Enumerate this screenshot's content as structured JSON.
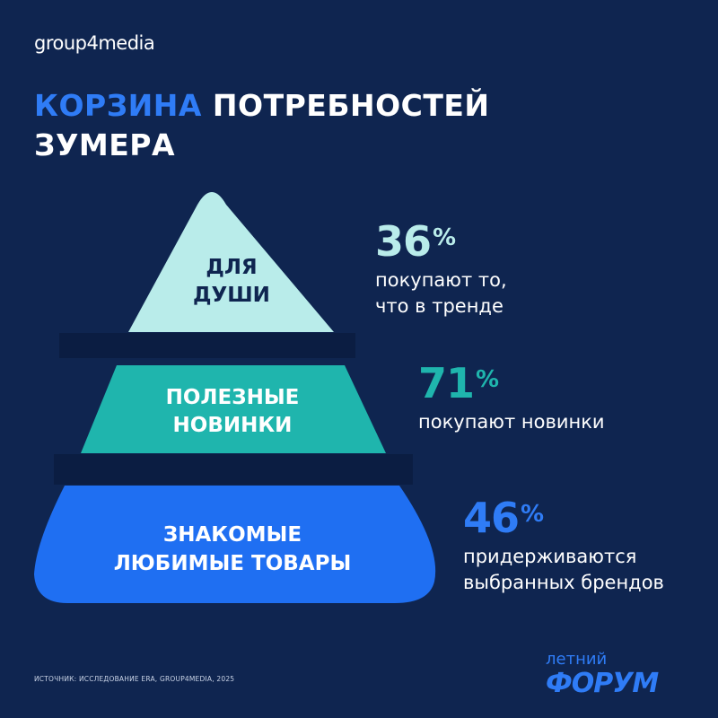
{
  "brand": {
    "logo_text": "group4media"
  },
  "title": {
    "accent": "КОРЗИНА",
    "line1_rest": " ПОТРЕБНОСТЕЙ",
    "line2": "ЗУМЕРА"
  },
  "pyramid": {
    "top": {
      "line1": "ДЛЯ",
      "line2": "ДУШИ"
    },
    "middle": {
      "line1": "ПОЛЕЗНЫЕ",
      "line2": "НОВИНКИ"
    },
    "bottom": {
      "line1": "ЗНАКОМЫЕ",
      "line2": "ЛЮБИМЫЕ ТОВАРЫ"
    }
  },
  "stats": [
    {
      "value": "36",
      "unit": "%",
      "line1": "покупают то,",
      "line2": "что в тренде"
    },
    {
      "value": "71",
      "unit": "%",
      "line1": "покупают новинки",
      "line2": ""
    },
    {
      "value": "46",
      "unit": "%",
      "line1": "придерживаются",
      "line2": "выбранных брендов"
    }
  ],
  "source": "ИСТОЧНИК: ИССЛЕДОВАНИЕ ERA, GROUP4MEDIA, 2025",
  "forum": {
    "small": "летний",
    "big": "ФОРУМ"
  },
  "colors": {
    "background": "#0f2550",
    "top_tier": "#b9ecea",
    "middle_tier": "#1fb5ad",
    "bottom_tier": "#1f6ff2",
    "accent_blue": "#2f7cf6",
    "dark_text": "#0f2550"
  }
}
